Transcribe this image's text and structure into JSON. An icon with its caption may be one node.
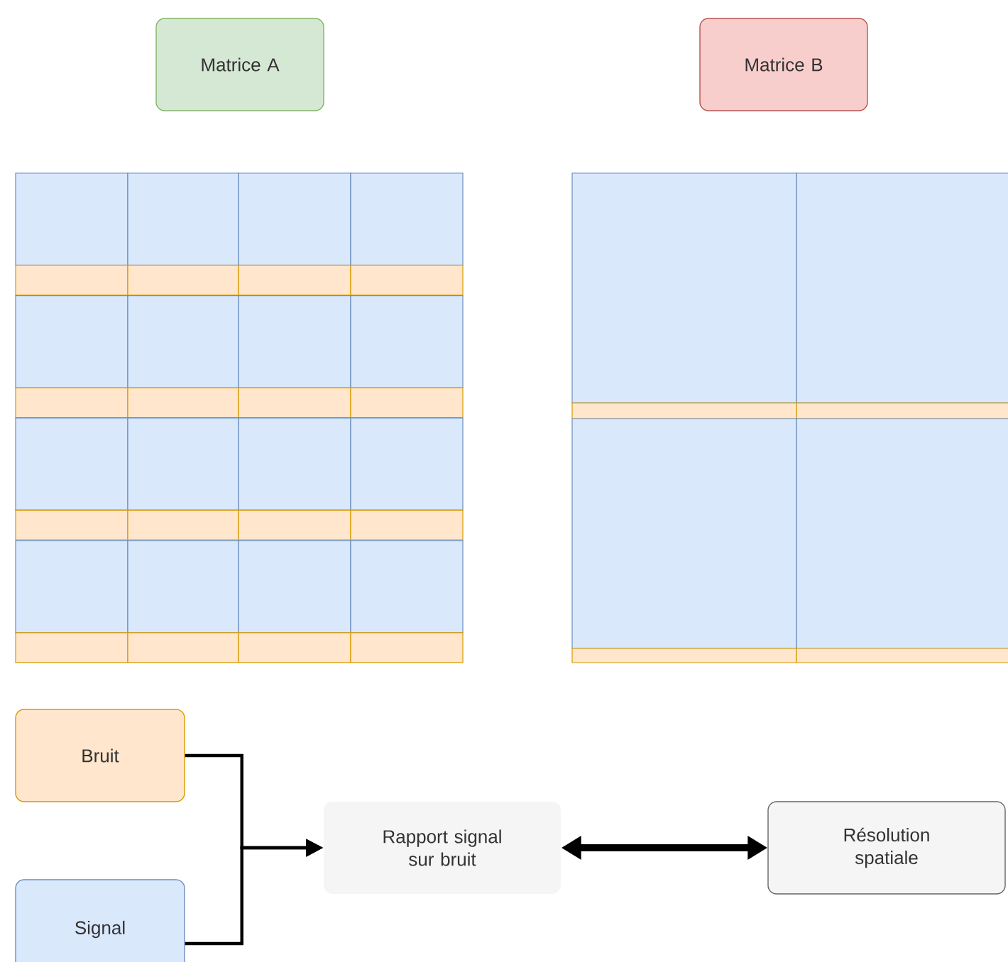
{
  "diagram": {
    "nodes": [
      {
        "text": [
          "Matrice A"
        ]
      },
      {
        "text": [
          "Matrice B"
        ]
      },
      {
        "text": [
          "Bruit"
        ]
      },
      {
        "text": [
          "Signal"
        ]
      },
      {
        "text": [
          "Rapport signal sur bruit"
        ]
      },
      {
        "text": [
          "Résolution spatiale"
        ]
      }
    ],
    "edges": [
      {
        "from": 2,
        "to": 4,
        "arrow": "to"
      },
      {
        "from": 3,
        "to": 4,
        "arrow": "to"
      },
      {
        "from": 4,
        "to": 5,
        "arrow": "both",
        "style": "thick"
      }
    ]
  }
}
